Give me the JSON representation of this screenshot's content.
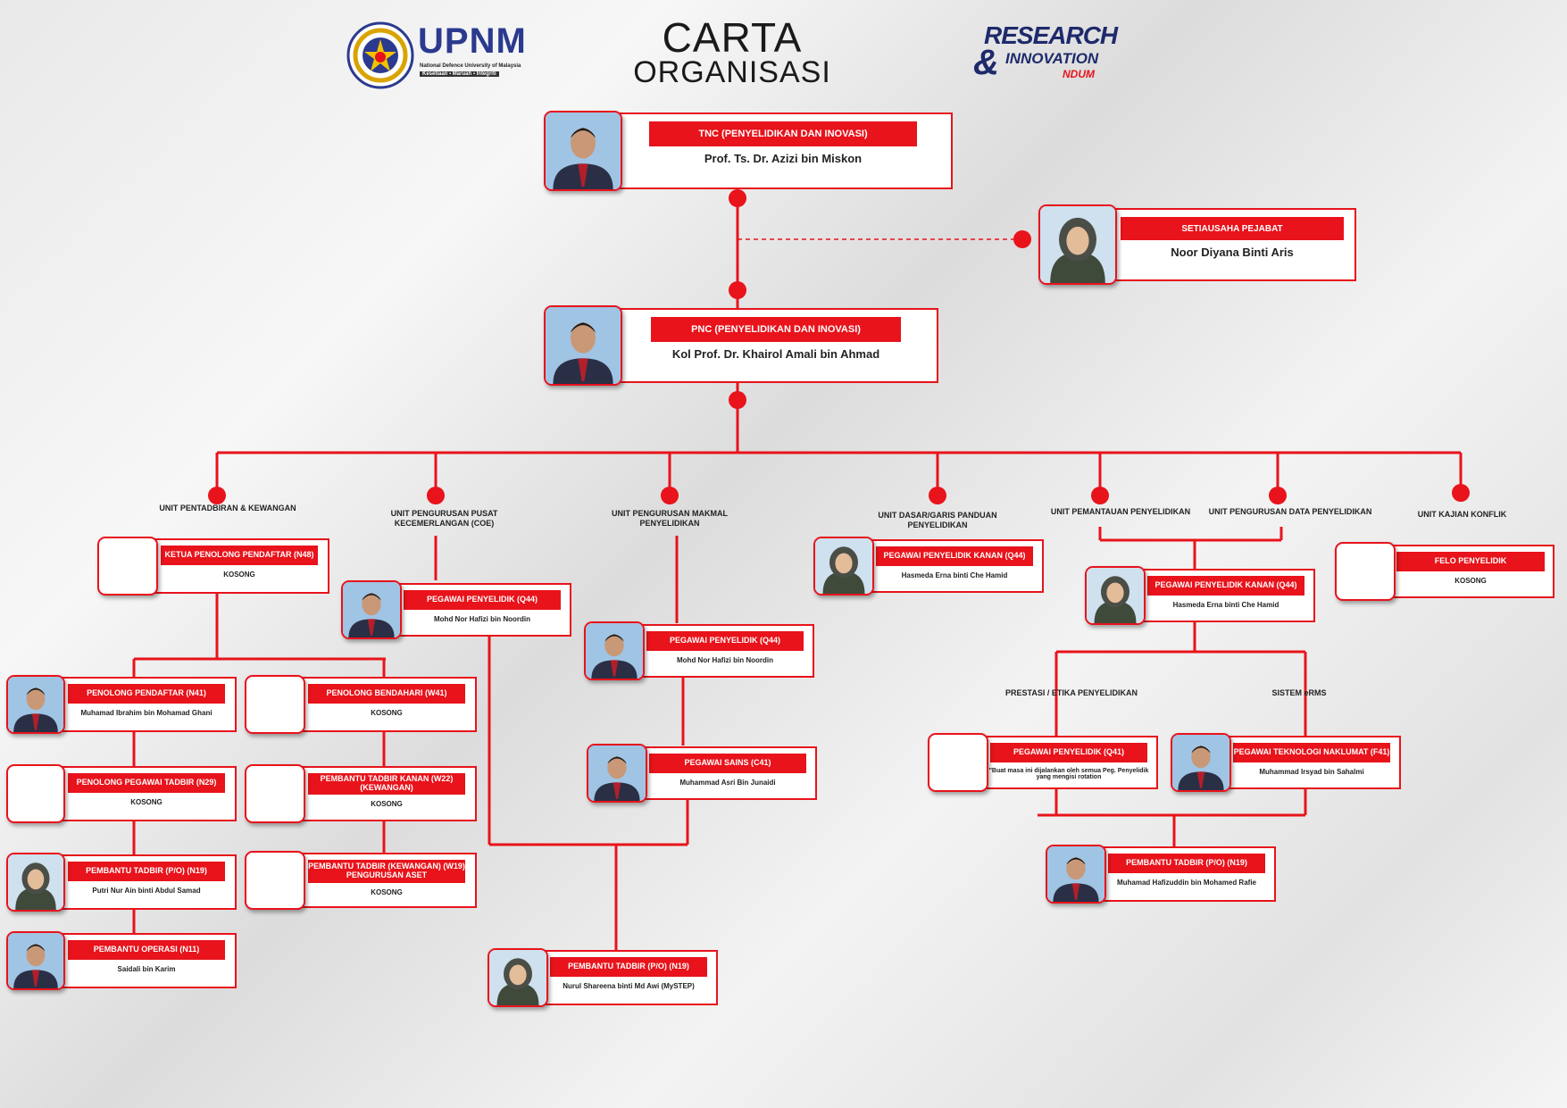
{
  "header": {
    "upnm_name": "UPNM",
    "upnm_sub": "National Defence University of Malaysia",
    "upnm_motto": "Kesetiaan ▪ Maruah ▪ Integriti",
    "title_line1": "CARTA",
    "title_line2": "ORGANISASI",
    "ri_line1": "RESEARCH",
    "ri_line2": "INNOVATION",
    "ri_line3": "NDUM"
  },
  "units": {
    "u1": "UNIT PENTADBIRAN & KEWANGAN",
    "u2": "UNIT PENGURUSAN PUSAT KECEMERLANGAN (COE)",
    "u3": "UNIT PENGURUSAN MAKMAL PENYELIDIKAN",
    "u4": "UNIT DASAR/GARIS PANDUAN PENYELIDIKAN",
    "u5": "UNIT PEMANTAUAN PENYELIDIKAN",
    "u6": "UNIT PENGURUSAN DATA PENYELIDIKAN",
    "u7": "UNIT KAJIAN KONFLIK",
    "sub1": "PRESTASI / ETIKA PENYELIDIKAN",
    "sub2": "SISTEM eRMS"
  },
  "colors": {
    "accent": "#e8131b",
    "upnm_blue": "#2b3a8f"
  },
  "nodes": {
    "tnc": {
      "title": "TNC (PENYELIDIKAN DAN INOVASI)",
      "name": "Prof. Ts. Dr. Azizi bin Miskon"
    },
    "sec": {
      "title": "SETIAUSAHA PEJABAT",
      "name": "Noor Diyana Binti Aris"
    },
    "pnc": {
      "title": "PNC (PENYELIDIKAN DAN INOVASI)",
      "name": "Kol Prof. Dr. Khairol Amali bin Ahmad"
    },
    "ketua": {
      "title": "KETUA PENOLONG PENDAFTAR (N48)",
      "name": "KOSONG"
    },
    "pp41": {
      "title": "PENOLONG PENDAFTAR (N41)",
      "name": "Muhamad Ibrahim bin Mohamad Ghani"
    },
    "pb41": {
      "title": "PENOLONG BENDAHARI (W41)",
      "name": "KOSONG"
    },
    "ppt29": {
      "title": "PENOLONG PEGAWAI TADBIR (N29)",
      "name": "KOSONG"
    },
    "ptk22": {
      "title": "PEMBANTU TADBIR KANAN (W22) (KEWANGAN)",
      "name": "KOSONG"
    },
    "pt19a": {
      "title": "PEMBANTU TADBIR (P/O) (N19)",
      "name": "Putri Nur Ain binti Abdul Samad"
    },
    "ptkw19": {
      "title": "PEMBANTU TADBIR (KEWANGAN) (W19) PENGURUSAN ASET",
      "name": "KOSONG"
    },
    "po11": {
      "title": "PEMBANTU OPERASI (N11)",
      "name": "Saidali bin Karim"
    },
    "coe44": {
      "title": "PEGAWAI PENYELIDIK (Q44)",
      "name": "Mohd Nor Hafizi bin Noordin"
    },
    "mak44": {
      "title": "PEGAWAI PENYELIDIK (Q44)",
      "name": "Mohd Nor Hafizi bin Noordin"
    },
    "sains41": {
      "title": "PEGAWAI SAINS (C41)",
      "name": "Muhammad Asri Bin Junaidi"
    },
    "pt19b": {
      "title": "PEMBANTU TADBIR (P/O) (N19)",
      "name": "Nurul Shareena binti Md Awi (MySTEP)"
    },
    "dasar44": {
      "title": "PEGAWAI PENYELIDIK KANAN (Q44)",
      "name": "Hasmeda Erna binti Che Hamid"
    },
    "pantau44": {
      "title": "PEGAWAI PENYELIDIK KANAN (Q44)",
      "name": "Hasmeda Erna binti Che Hamid"
    },
    "felo": {
      "title": "FELO PENYELIDIK",
      "name": "KOSONG"
    },
    "q41": {
      "title": "PEGAWAI PENYELIDIK (Q41)",
      "name": "\"Buat masa ini dijalankan oleh semua Peg. Penyelidik yang mengisi rotation"
    },
    "tek41": {
      "title": "PEGAWAI TEKNOLOGI NAKLUMAT (F41)",
      "name": "Muhammad Irsyad bin Sahalmi"
    },
    "pt19c": {
      "title": "PEMBANTU TADBIR (P/O) (N19)",
      "name": "Muhamad Hafizuddin bin Mohamed Rafie"
    }
  }
}
